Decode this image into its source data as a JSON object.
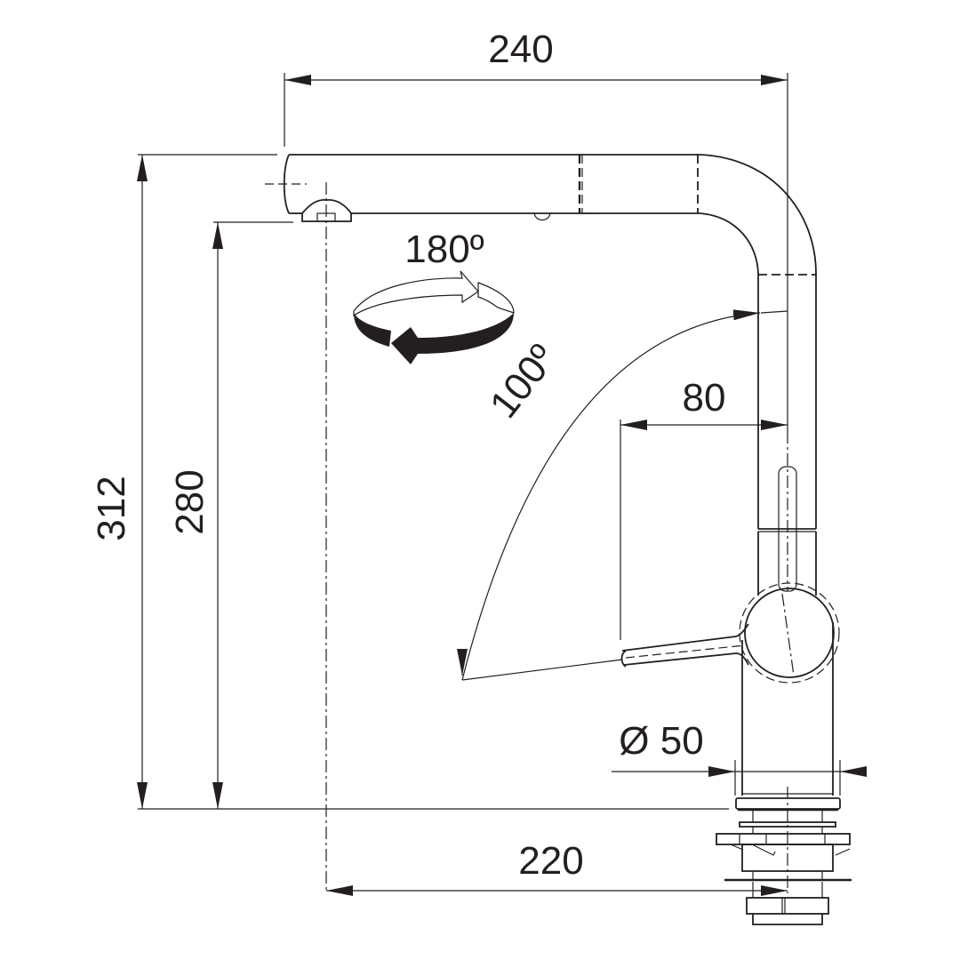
{
  "drawing": {
    "subject": "pull-out kitchen faucet side elevation",
    "line_color": "#231f20",
    "background": "#ffffff"
  },
  "dimensions": {
    "spout_reach": "240",
    "total_height": "312",
    "spout_clearance": "280",
    "tap_hole_to_outlet": "220",
    "lever_reach": "80",
    "base_diameter": "Ø 50",
    "swivel_angle": "180º",
    "lever_angle": "100º"
  },
  "icons": {
    "swivel": "rotation-arrow-icon"
  }
}
